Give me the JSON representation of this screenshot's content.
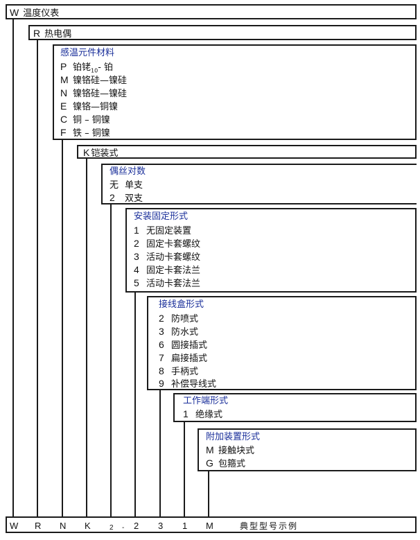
{
  "levels": [
    {
      "code": "W",
      "title": "温度仪表"
    },
    {
      "code": "R",
      "title": "热电偶"
    },
    {
      "code": "",
      "title": "感温元件材料",
      "items": [
        {
          "code": "P",
          "pre": "铂铑",
          "sub": "10",
          "post": "- 铂"
        },
        {
          "code": "M",
          "label": "镍铬硅—镍硅"
        },
        {
          "code": "N",
          "label": "镍铬硅—镍硅"
        },
        {
          "code": "E",
          "label": "镍铬—铜镍"
        },
        {
          "code": "C",
          "label": "铜 – 铜镍"
        },
        {
          "code": "F",
          "label": "铁 – 铜镍"
        }
      ]
    },
    {
      "code": "K",
      "title": "铠装式"
    },
    {
      "code": "",
      "title": "偶丝对数",
      "items": [
        {
          "code": "无",
          "label": "单支"
        },
        {
          "code": "2",
          "label": "双支"
        }
      ]
    },
    {
      "code": "",
      "title": "安装固定形式",
      "items": [
        {
          "code": "1",
          "label": "无固定装置"
        },
        {
          "code": "2",
          "label": "固定卡套螺纹"
        },
        {
          "code": "3",
          "label": "活动卡套螺纹"
        },
        {
          "code": "4",
          "label": "固定卡套法兰"
        },
        {
          "code": "5",
          "label": "活动卡套法兰"
        }
      ]
    },
    {
      "code": "",
      "title": "接线盒形式",
      "items": [
        {
          "code": "2",
          "label": "防喷式"
        },
        {
          "code": "3",
          "label": "防水式"
        },
        {
          "code": "6",
          "label": "圆接插式"
        },
        {
          "code": "7",
          "label": "扁接插式"
        },
        {
          "code": "8",
          "label": "手柄式"
        },
        {
          "code": "9",
          "label": "补偿导线式"
        }
      ]
    },
    {
      "code": "",
      "title": "工作端形式",
      "items": [
        {
          "code": "1",
          "label": "绝缘式"
        }
      ]
    },
    {
      "code": "",
      "title": "附加装置形式",
      "items": [
        {
          "code": "M",
          "label": "接触块式"
        },
        {
          "code": "G",
          "label": "包箍式"
        }
      ]
    }
  ],
  "example": {
    "codes": [
      "W",
      "R",
      "N",
      "K",
      "2",
      "-",
      "2",
      "3",
      "1",
      "M"
    ],
    "label": "典型型号示例"
  },
  "colors": {
    "title": "#1a2f9a",
    "line": "#1a1a1a"
  }
}
